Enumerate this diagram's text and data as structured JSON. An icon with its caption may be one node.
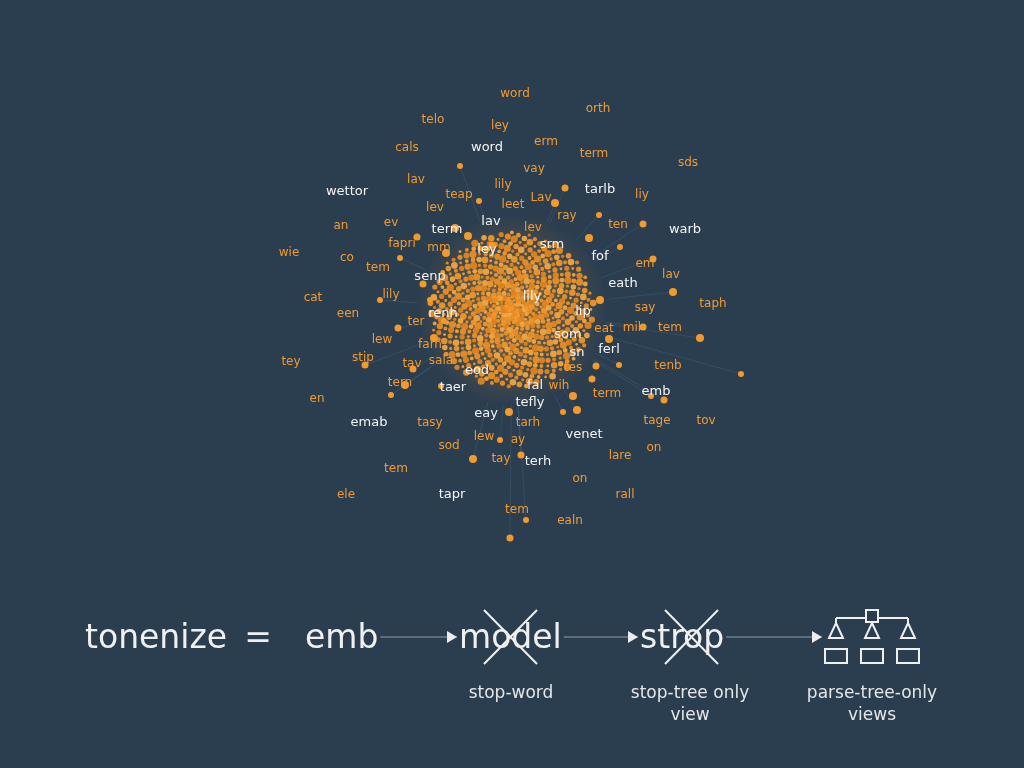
{
  "diagram": {
    "nodes": [
      {
        "text": [
          "tonenize"
        ]
      },
      {
        "text": [
          "emb"
        ]
      },
      {
        "text": [
          "model"
        ],
        "beside": [
          "stop-word"
        ]
      },
      {
        "text": [
          "strop"
        ],
        "beside": [
          "stop-tree only view"
        ]
      },
      {
        "text": [],
        "shape": "picture",
        "beside": [
          "parse-tree-only views"
        ]
      }
    ],
    "edges": [
      {
        "from": 1,
        "to": 2,
        "arrow": "to"
      },
      {
        "from": 2,
        "to": 3,
        "arrow": "to"
      },
      {
        "from": 3,
        "to": 4,
        "arrow": "to"
      }
    ],
    "labels": [
      "word",
      "orth",
      "telo",
      "ley",
      "erm",
      "cals",
      "word",
      "term",
      "sds",
      "vay",
      "lav",
      "lily",
      "wettor",
      "tarlb",
      "teap",
      "Lav",
      "liy",
      "leet",
      "lev",
      "ray",
      "lav",
      "an",
      "ev",
      "ten",
      "lev",
      "term",
      "warb",
      "fapri",
      "mm",
      "ley",
      "srm",
      "wie",
      "fof",
      "co",
      "em",
      "tem",
      "lav",
      "senp",
      "eath",
      "cat",
      "lily",
      "lily",
      "taph",
      "say",
      "een",
      "renh",
      "lip",
      "ter",
      "eat",
      "mil",
      "tem",
      "som",
      "lew",
      "farn",
      "ferl",
      "sn",
      "stip",
      "tey",
      "sala",
      "tav",
      "tenb",
      "tes",
      "eod",
      "tern",
      "taer",
      "fal",
      "wih",
      "emb",
      "term",
      "en",
      "tefly",
      "eay",
      "tage",
      "tov",
      "emab",
      "tasy",
      "tarh",
      "venet",
      "lew",
      "ay",
      "sod",
      "on",
      "lare",
      "tay",
      "terh",
      "tem",
      "on",
      "ele",
      "tapr",
      "rall",
      "tem",
      "ealn",
      "="
    ]
  }
}
